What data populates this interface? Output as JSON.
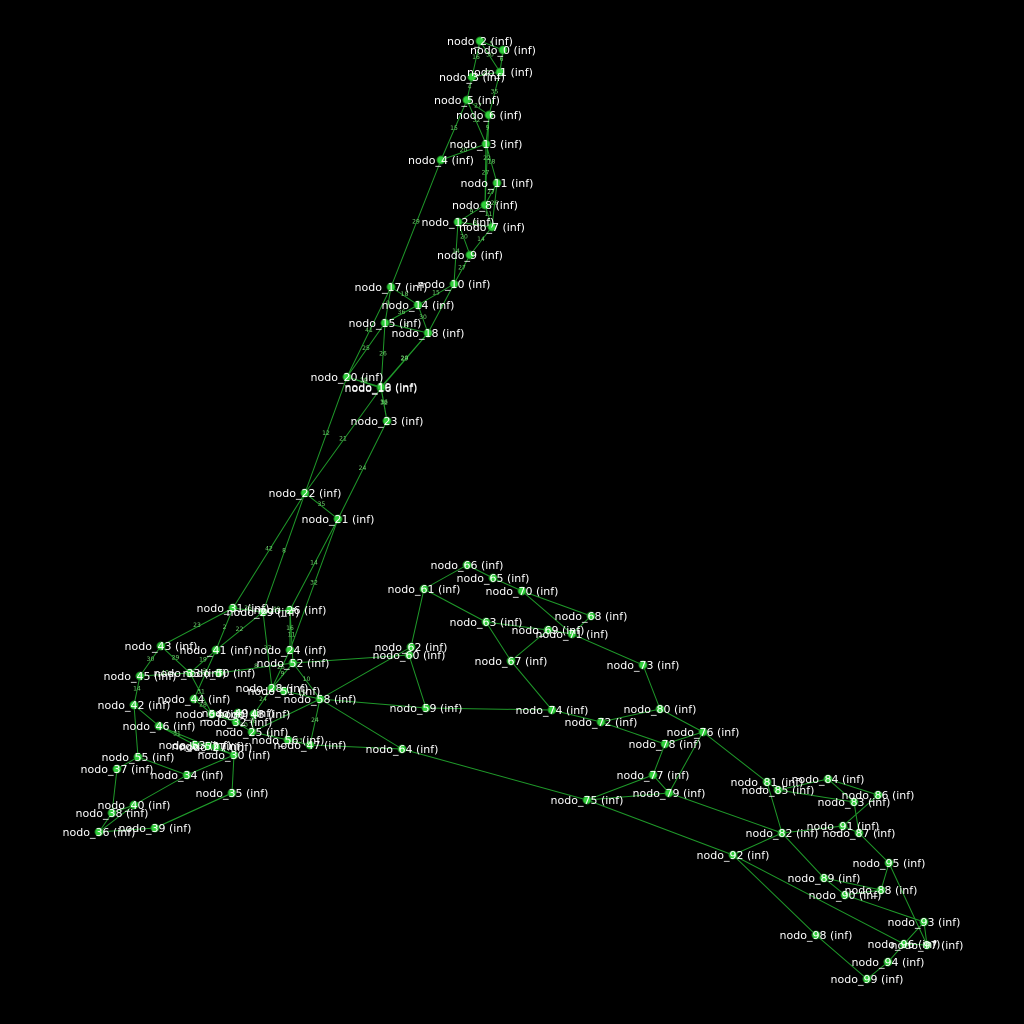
{
  "graph": {
    "background": "#000000",
    "edge_color": "#1f9a2a",
    "node_color": "#2fcf3a",
    "label_color": "#ffffff",
    "node_label_suffix": " (inf)",
    "nodes": [
      "nodo_0",
      "nodo_1",
      "nodo_2",
      "nodo_3",
      "nodo_4",
      "nodo_5",
      "nodo_6",
      "nodo_7",
      "nodo_8",
      "nodo_9",
      "nodo_10",
      "nodo_11",
      "nodo_12",
      "nodo_13",
      "nodo_14",
      "nodo_15",
      "nodo_16",
      "nodo_17",
      "nodo_18",
      "nodo_19",
      "nodo_20",
      "nodo_21",
      "nodo_22",
      "nodo_23",
      "nodo_24",
      "nodo_25",
      "nodo_26",
      "nodo_27",
      "nodo_28",
      "nodo_29",
      "nodo_30",
      "nodo_31",
      "nodo_32",
      "nodo_33",
      "nodo_34",
      "nodo_35",
      "nodo_36",
      "nodo_37",
      "nodo_38",
      "nodo_39",
      "nodo_40",
      "nodo_41",
      "nodo_42",
      "nodo_43",
      "nodo_44",
      "nodo_45",
      "nodo_46",
      "nodo_47",
      "nodo_48",
      "nodo_49",
      "nodo_50",
      "nodo_51",
      "nodo_52",
      "nodo_53",
      "nodo_54",
      "nodo_55",
      "nodo_56",
      "nodo_57",
      "nodo_58",
      "nodo_59",
      "nodo_60",
      "nodo_61",
      "nodo_62",
      "nodo_63",
      "nodo_64",
      "nodo_65",
      "nodo_66",
      "nodo_67",
      "nodo_68",
      "nodo_69",
      "nodo_70",
      "nodo_71",
      "nodo_72",
      "nodo_73",
      "nodo_74",
      "nodo_75",
      "nodo_76",
      "nodo_77",
      "nodo_78",
      "nodo_79",
      "nodo_80",
      "nodo_81",
      "nodo_82",
      "nodo_83",
      "nodo_84",
      "nodo_85",
      "nodo_86",
      "nodo_87",
      "nodo_88",
      "nodo_89",
      "nodo_90",
      "nodo_91",
      "nodo_92",
      "nodo_93",
      "nodo_94",
      "nodo_95",
      "nodo_96",
      "nodo_97",
      "nodo_98",
      "nodo_99"
    ],
    "edges": [
      [
        2,
        0
      ],
      [
        0,
        1
      ],
      [
        2,
        1
      ],
      [
        2,
        3
      ],
      [
        3,
        1
      ],
      [
        3,
        5
      ],
      [
        5,
        6
      ],
      [
        6,
        1
      ],
      [
        5,
        13
      ],
      [
        6,
        13
      ],
      [
        4,
        13
      ],
      [
        4,
        5
      ],
      [
        13,
        11
      ],
      [
        13,
        8
      ],
      [
        6,
        8
      ],
      [
        11,
        8
      ],
      [
        8,
        7
      ],
      [
        11,
        7
      ],
      [
        12,
        7
      ],
      [
        12,
        9
      ],
      [
        8,
        12
      ],
      [
        7,
        9
      ],
      [
        9,
        10
      ],
      [
        12,
        10
      ],
      [
        4,
        17
      ],
      [
        10,
        14
      ],
      [
        10,
        18
      ],
      [
        17,
        14
      ],
      [
        17,
        15
      ],
      [
        14,
        15
      ],
      [
        14,
        18
      ],
      [
        15,
        18
      ],
      [
        15,
        20
      ],
      [
        17,
        20
      ],
      [
        18,
        19
      ],
      [
        18,
        16
      ],
      [
        15,
        16
      ],
      [
        20,
        16
      ],
      [
        20,
        19
      ],
      [
        19,
        23
      ],
      [
        16,
        23
      ],
      [
        20,
        22
      ],
      [
        16,
        22
      ],
      [
        23,
        21
      ],
      [
        22,
        21
      ],
      [
        22,
        31
      ],
      [
        22,
        29
      ],
      [
        21,
        26
      ],
      [
        21,
        24
      ],
      [
        31,
        29
      ],
      [
        29,
        26
      ],
      [
        31,
        43
      ],
      [
        31,
        41
      ],
      [
        29,
        41
      ],
      [
        26,
        24
      ],
      [
        29,
        28
      ],
      [
        26,
        52
      ],
      [
        43,
        45
      ],
      [
        43,
        33
      ],
      [
        41,
        33
      ],
      [
        41,
        44
      ],
      [
        45,
        42
      ],
      [
        45,
        33
      ],
      [
        33,
        50
      ],
      [
        50,
        52
      ],
      [
        52,
        28
      ],
      [
        24,
        28
      ],
      [
        28,
        51
      ],
      [
        28,
        48
      ],
      [
        51,
        58
      ],
      [
        58,
        25
      ],
      [
        52,
        58
      ],
      [
        48,
        25
      ],
      [
        44,
        54
      ],
      [
        33,
        54
      ],
      [
        54,
        32
      ],
      [
        32,
        25
      ],
      [
        25,
        56
      ],
      [
        56,
        47
      ],
      [
        58,
        47
      ],
      [
        46,
        53
      ],
      [
        42,
        46
      ],
      [
        46,
        57
      ],
      [
        53,
        27
      ],
      [
        27,
        30
      ],
      [
        57,
        30
      ],
      [
        42,
        55
      ],
      [
        55,
        37
      ],
      [
        55,
        34
      ],
      [
        34,
        30
      ],
      [
        30,
        35
      ],
      [
        35,
        39
      ],
      [
        37,
        38
      ],
      [
        38,
        36
      ],
      [
        36,
        40
      ],
      [
        40,
        34
      ],
      [
        39,
        36
      ],
      [
        39,
        35
      ],
      [
        38,
        40
      ],
      [
        62,
        60
      ],
      [
        62,
        61
      ],
      [
        61,
        66
      ],
      [
        66,
        65
      ],
      [
        65,
        70
      ],
      [
        61,
        63
      ],
      [
        63,
        67
      ],
      [
        63,
        69
      ],
      [
        62,
        58
      ],
      [
        60,
        52
      ],
      [
        60,
        59
      ],
      [
        59,
        58
      ],
      [
        59,
        74
      ],
      [
        67,
        74
      ],
      [
        69,
        71
      ],
      [
        70,
        71
      ],
      [
        70,
        68
      ],
      [
        68,
        71
      ],
      [
        71,
        73
      ],
      [
        69,
        67
      ],
      [
        73,
        80
      ],
      [
        74,
        72
      ],
      [
        72,
        80
      ],
      [
        72,
        78
      ],
      [
        80,
        76
      ],
      [
        78,
        76
      ],
      [
        78,
        77
      ],
      [
        77,
        79
      ],
      [
        76,
        79
      ],
      [
        58,
        64
      ],
      [
        64,
        75
      ],
      [
        47,
        64
      ],
      [
        75,
        77
      ],
      [
        75,
        79
      ],
      [
        76,
        81
      ],
      [
        79,
        82
      ],
      [
        81,
        85
      ],
      [
        85,
        84
      ],
      [
        84,
        86
      ],
      [
        84,
        83
      ],
      [
        85,
        83
      ],
      [
        86,
        91
      ],
      [
        83,
        87
      ],
      [
        91,
        87
      ],
      [
        82,
        91
      ],
      [
        82,
        89
      ],
      [
        82,
        92
      ],
      [
        92,
        75
      ],
      [
        89,
        90
      ],
      [
        89,
        88
      ],
      [
        87,
        95
      ],
      [
        95,
        88
      ],
      [
        88,
        90
      ],
      [
        90,
        93
      ],
      [
        93,
        97
      ],
      [
        97,
        96
      ],
      [
        96,
        94
      ],
      [
        94,
        99
      ],
      [
        99,
        98
      ],
      [
        98,
        92
      ],
      [
        92,
        96
      ],
      [
        95,
        97
      ],
      [
        93,
        96
      ],
      [
        81,
        82
      ]
    ],
    "edge_weights": [
      "5",
      "6",
      "30",
      "16",
      "20",
      "4",
      "27",
      "35",
      "32",
      "9",
      "20",
      "15",
      "18",
      "27",
      "22",
      "27",
      "11",
      "26",
      "8",
      "20",
      "9",
      "14",
      "27",
      "14",
      "29",
      "15",
      "3",
      "18",
      "9",
      "36",
      "30",
      "5",
      "25",
      "41",
      "20",
      "29",
      "26",
      "28",
      "30",
      "16",
      "32",
      "12",
      "21",
      "24",
      "35",
      "42",
      "8",
      "14",
      "32",
      "36",
      "49",
      "23",
      "2",
      "22",
      "16",
      "37",
      "11",
      "30",
      "29",
      "19",
      "21",
      "14",
      "40",
      "3",
      "8",
      "9",
      "25",
      "33",
      "24",
      "15",
      "17",
      "10",
      "26",
      "28",
      "31",
      "18",
      "20",
      "21",
      "23",
      "24",
      "31"
    ]
  }
}
